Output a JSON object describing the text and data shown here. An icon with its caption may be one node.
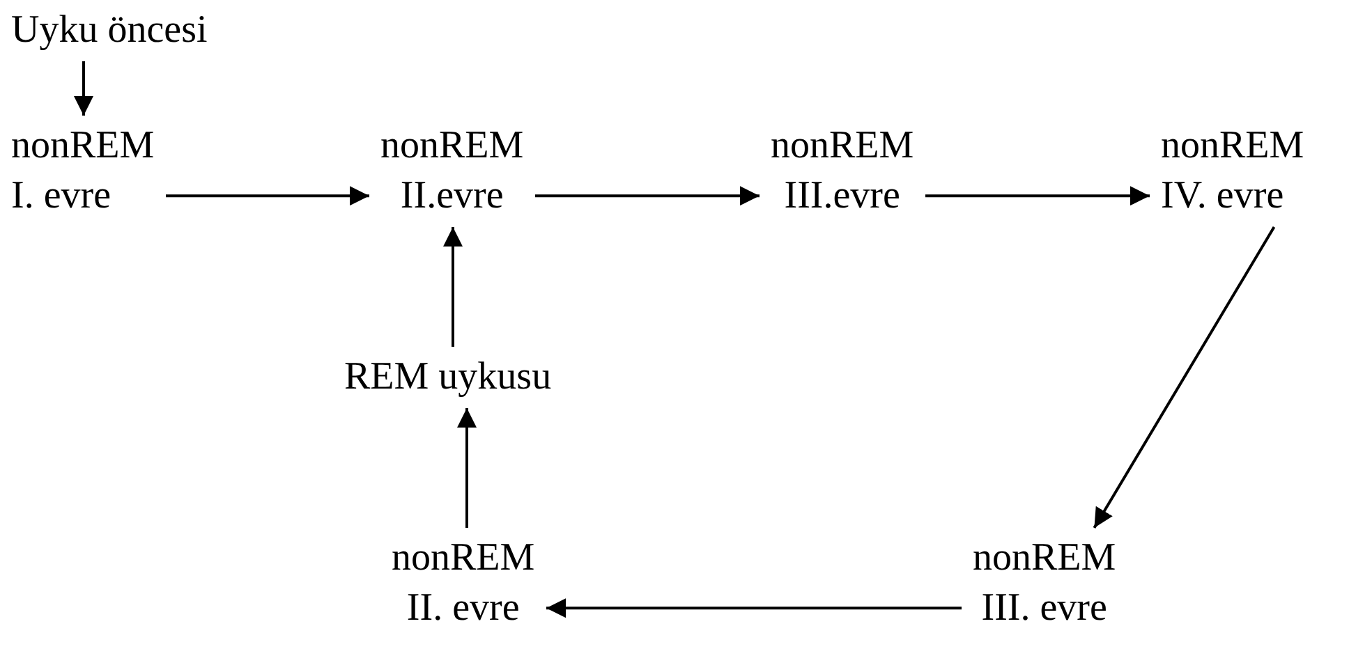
{
  "diagram": {
    "nodes": [
      {
        "text": [
          "Uyku öncesi"
        ]
      },
      {
        "text": [
          "nonREM",
          "I. evre"
        ]
      },
      {
        "text": [
          "nonREM",
          "II.evre"
        ]
      },
      {
        "text": [
          "nonREM",
          "III.evre"
        ]
      },
      {
        "text": [
          "nonREM",
          "IV. evre"
        ]
      },
      {
        "text": [
          "REM uykusu"
        ]
      },
      {
        "text": [
          "nonREM",
          "II. evre"
        ]
      },
      {
        "text": [
          "nonREM",
          "III. evre"
        ]
      }
    ],
    "edges": [
      {
        "from": 0,
        "to": 1,
        "arrow": "to"
      },
      {
        "from": 1,
        "to": 2,
        "arrow": "to"
      },
      {
        "from": 2,
        "to": 3,
        "arrow": "to"
      },
      {
        "from": 3,
        "to": 4,
        "arrow": "to"
      },
      {
        "from": 4,
        "to": 7,
        "arrow": "to"
      },
      {
        "from": 7,
        "to": 6,
        "arrow": "to"
      },
      {
        "from": 6,
        "to": 5,
        "arrow": "to"
      },
      {
        "from": 5,
        "to": 2,
        "arrow": "to"
      }
    ]
  }
}
